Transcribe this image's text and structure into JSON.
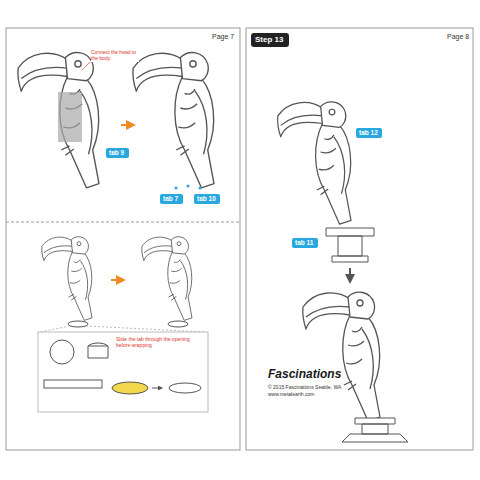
{
  "diagram": {
    "nodes": [
      {
        "text": [
          "tab 9"
        ]
      },
      {
        "text": [
          "tab 7"
        ]
      },
      {
        "text": [
          "tab 10"
        ]
      },
      {
        "text": [
          "Step 13"
        ]
      },
      {
        "text": [
          "tab 12"
        ]
      },
      {
        "text": [
          "tab 11"
        ]
      }
    ],
    "labels": [
      "Page 7",
      "Connect the head to the body",
      "Slide the tab through the opening before wrapping",
      "Page 8",
      "Fascinations",
      "© 2015 Fascinations Seattle, WA",
      "www.metalearth.com"
    ]
  }
}
